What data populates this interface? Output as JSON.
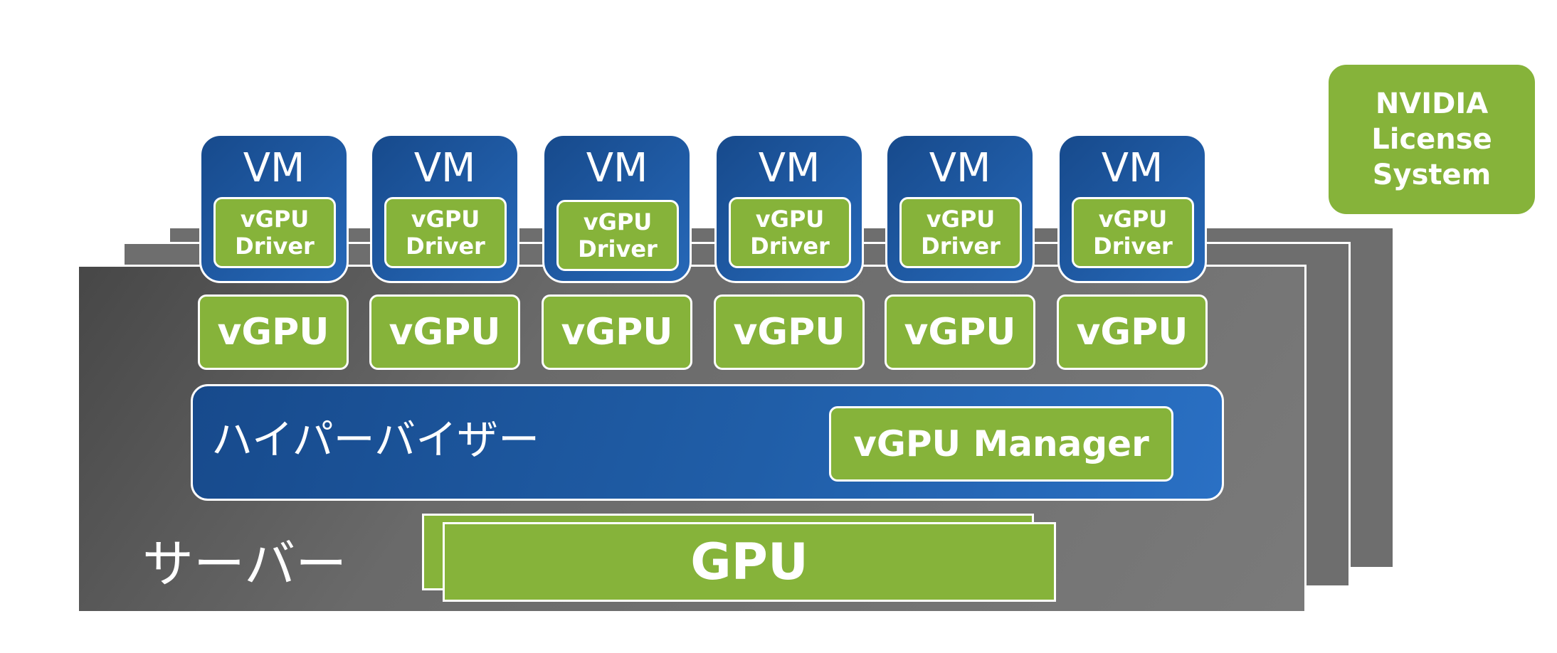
{
  "colors": {
    "green": "#86b33a",
    "blue_dark": "#174a8c",
    "blue_light": "#2a70c4",
    "server_gray": "#6e6e6e",
    "text": "#ffffff"
  },
  "vms": [
    {
      "title": "VM",
      "driver_line1": "vGPU",
      "driver_line2": "Driver"
    },
    {
      "title": "VM",
      "driver_line1": "vGPU",
      "driver_line2": "Driver"
    },
    {
      "title": "VM",
      "driver_line1": "vGPU",
      "driver_line2": "Driver"
    },
    {
      "title": "VM",
      "driver_line1": "vGPU",
      "driver_line2": "Driver"
    },
    {
      "title": "VM",
      "driver_line1": "vGPU",
      "driver_line2": "Driver"
    },
    {
      "title": "VM",
      "driver_line1": "vGPU",
      "driver_line2": "Driver"
    }
  ],
  "vgpus": [
    "vGPU",
    "vGPU",
    "vGPU",
    "vGPU",
    "vGPU",
    "vGPU"
  ],
  "hypervisor": {
    "label": "ハイパーバイザー",
    "manager_label": "vGPU Manager"
  },
  "gpu": {
    "label": "GPU"
  },
  "server": {
    "label": "サーバー"
  },
  "license_system": {
    "line1": "NVIDIA",
    "line2": "License",
    "line3": "System"
  }
}
